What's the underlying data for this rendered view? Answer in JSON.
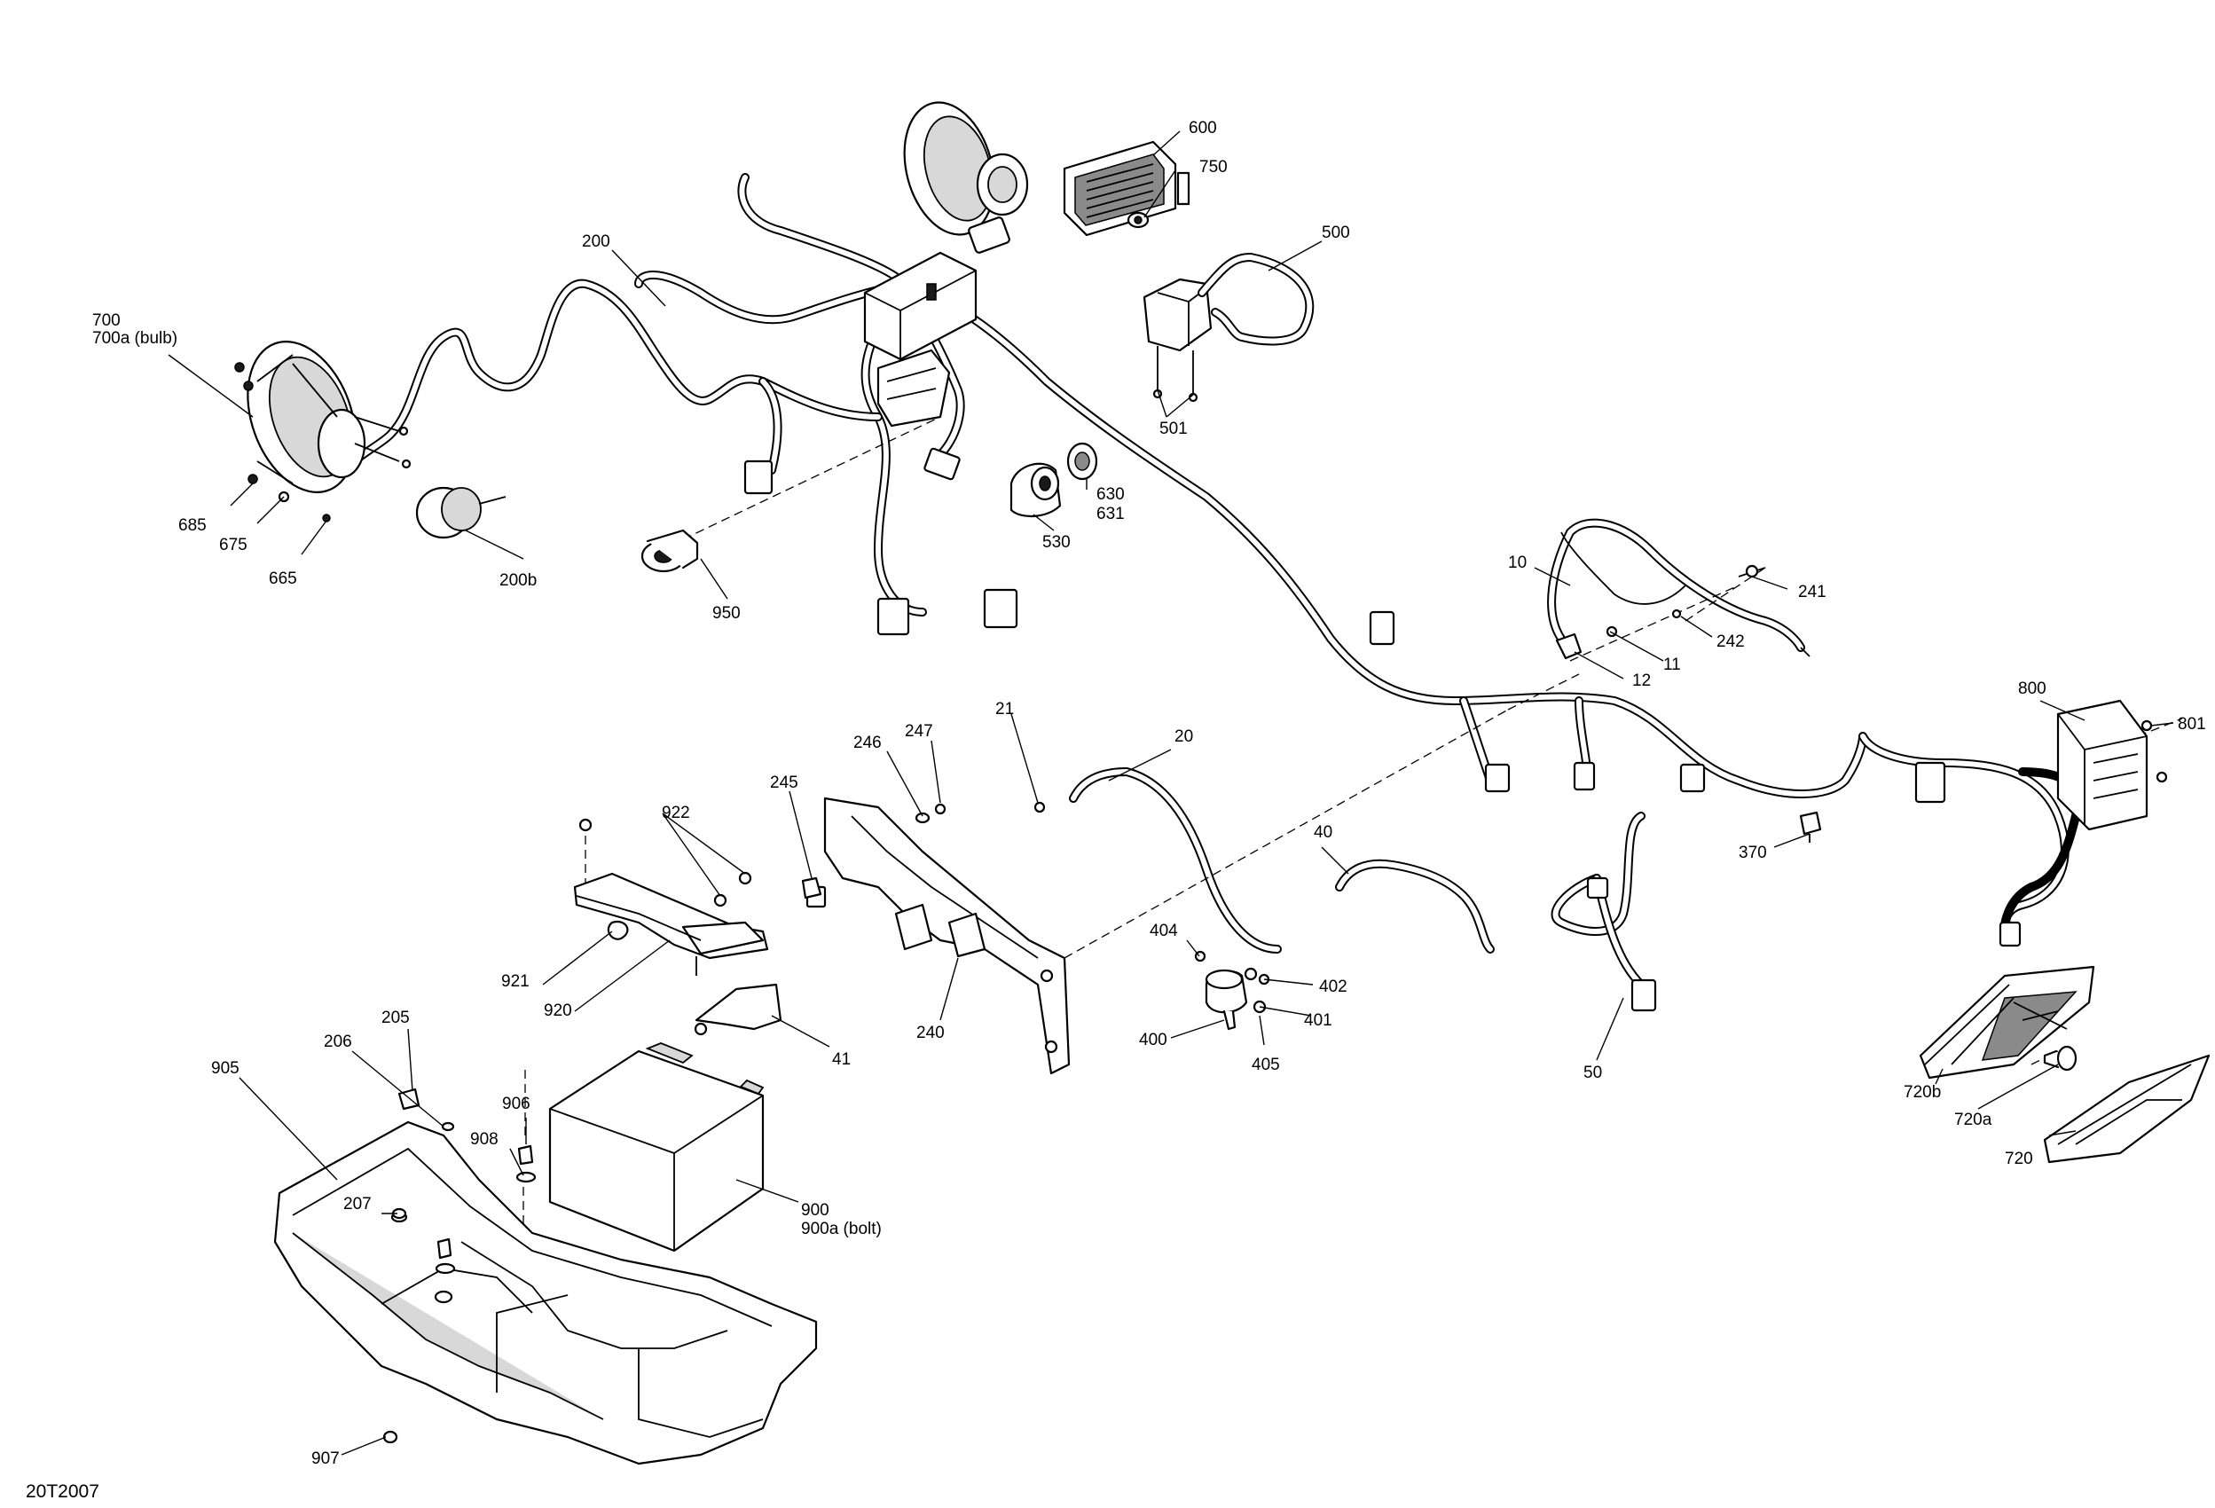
{
  "figure_code": "20T2007",
  "callouts": {
    "c700": "700",
    "c700a": "700a (bulb)",
    "c685": "685",
    "c675": "675",
    "c665": "665",
    "c200": "200",
    "c200b": "200b",
    "c950": "950",
    "c600": "600",
    "c750": "750",
    "c500": "500",
    "c501": "501",
    "c530": "530",
    "c630": "630",
    "c631": "631",
    "c10": "10",
    "c241": "241",
    "c242": "242",
    "c11": "11",
    "c12": "12",
    "c800": "800",
    "c801": "801",
    "c370": "370",
    "c21": "21",
    "c20": "20",
    "c246": "246",
    "c247": "247",
    "c245": "245",
    "c240": "240",
    "c922": "922",
    "c921": "921",
    "c920": "920",
    "c41": "41",
    "c40": "40",
    "c404": "404",
    "c402": "402",
    "c401": "401",
    "c400": "400",
    "c405": "405",
    "c50": "50",
    "c720b": "720b",
    "c720a": "720a",
    "c720": "720",
    "c205": "205",
    "c206": "206",
    "c905": "905",
    "c906": "906",
    "c908": "908",
    "c207": "207",
    "c900": "900",
    "c900a": "900a (bolt)",
    "c907": "907"
  }
}
